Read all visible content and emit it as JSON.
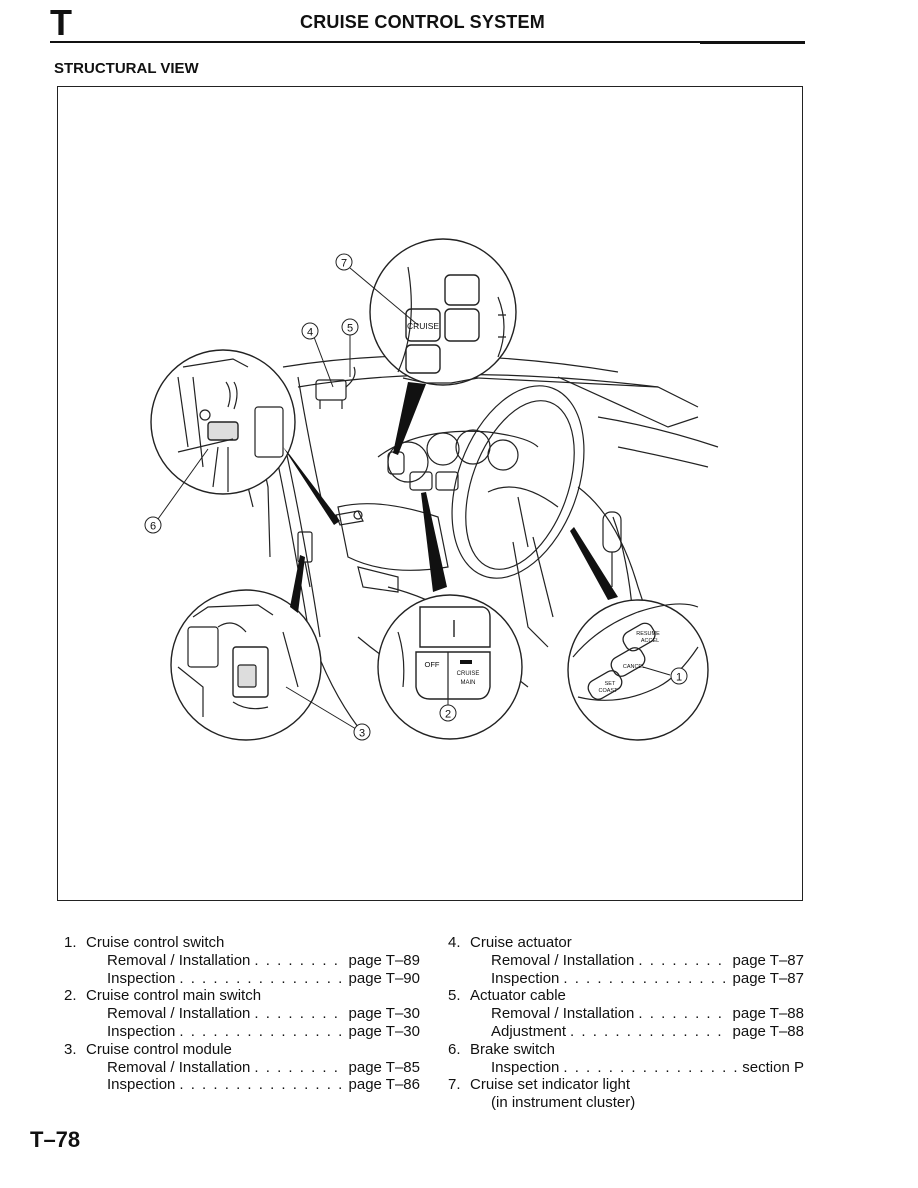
{
  "header": {
    "section_letter": "T",
    "title": "CRUISE CONTROL SYSTEM"
  },
  "section_title": "STRUCTURAL VIEW",
  "figure": {
    "callouts": [
      "1",
      "2",
      "3",
      "4",
      "5",
      "6",
      "7"
    ],
    "labels": {
      "cruise_indicator": "CRUISE",
      "main_off": "OFF",
      "main_cruise": "CRUISE",
      "main_main": "MAIN",
      "resume_accel_1": "RESUME",
      "resume_accel_2": "ACCEL",
      "cancel": "CANCEL",
      "set_coast_1": "SET",
      "set_coast_2": "COAST"
    }
  },
  "legend_left": [
    {
      "num": "1.",
      "title": "Cruise control switch",
      "subs": [
        {
          "label": "Removal / Installation",
          "ref": "page T–89"
        },
        {
          "label": "Inspection",
          "ref": "page T–90"
        }
      ]
    },
    {
      "num": "2.",
      "title": "Cruise control main switch",
      "subs": [
        {
          "label": "Removal / Installation",
          "ref": "page T–30"
        },
        {
          "label": "Inspection",
          "ref": "page T–30"
        }
      ]
    },
    {
      "num": "3.",
      "title": "Cruise control module",
      "subs": [
        {
          "label": "Removal / Installation",
          "ref": "page T–85"
        },
        {
          "label": "Inspection",
          "ref": "page T–86"
        }
      ]
    }
  ],
  "legend_right": [
    {
      "num": "4.",
      "title": "Cruise actuator",
      "subs": [
        {
          "label": "Removal / Installation",
          "ref": "page T–87"
        },
        {
          "label": "Inspection",
          "ref": "page T–87"
        }
      ]
    },
    {
      "num": "5.",
      "title": "Actuator cable",
      "subs": [
        {
          "label": "Removal / Installation",
          "ref": "page T–88"
        },
        {
          "label": "Adjustment",
          "ref": "page T–88"
        }
      ]
    },
    {
      "num": "6.",
      "title": "Brake switch",
      "subs": [
        {
          "label": "Inspection",
          "ref": "section P"
        }
      ]
    },
    {
      "num": "7.",
      "title": "Cruise set indicator light",
      "note": "(in instrument cluster)"
    }
  ],
  "page_number": "T–78"
}
